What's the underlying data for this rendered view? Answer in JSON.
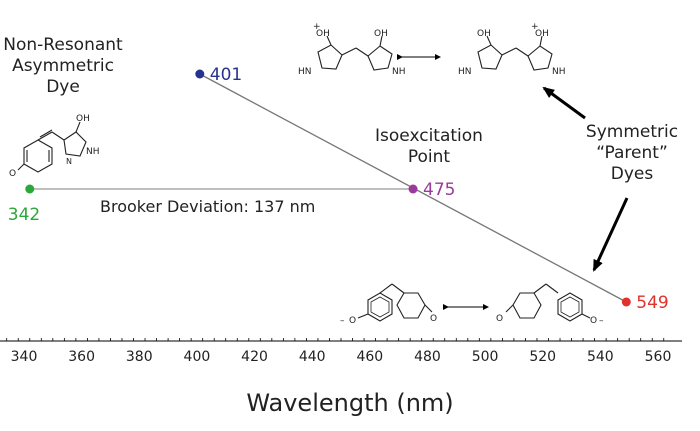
{
  "labels": {
    "asym_dye": [
      "Non-Resonant",
      "Asymmetric",
      "Dye"
    ],
    "iso_point": [
      "Isoexcitation",
      "Point"
    ],
    "sym_dyes": [
      "Symmetric",
      "“Parent”",
      "Dyes"
    ],
    "brooker": "Brooker Deviation: 137 nm",
    "axis_title": "Wavelength (nm)"
  },
  "points": [
    {
      "id": "asym",
      "label": "342",
      "wavelength": 342,
      "level": "lower",
      "color": "#2aa83a"
    },
    {
      "id": "sym_hbdi",
      "label": "401",
      "wavelength": 401,
      "level": "upper",
      "color": "#27328f"
    },
    {
      "id": "iso",
      "label": "475",
      "wavelength": 475,
      "level": "middle",
      "color": "#9b3a9c"
    },
    {
      "id": "sym_phenol",
      "label": "549",
      "wavelength": 549,
      "level": "lowest",
      "color": "#e0312b"
    }
  ],
  "axis": {
    "min": 340,
    "max": 560,
    "ticks": [
      "340",
      "360",
      "380",
      "400",
      "420",
      "440",
      "460",
      "480",
      "500",
      "520",
      "540",
      "560"
    ]
  },
  "chem": {
    "oh": "OH",
    "hn": "HN",
    "nh": "NH",
    "plus": "+",
    "minus": "–",
    "o": "O"
  },
  "colors": {
    "line": "#777777",
    "arrow": "#000000",
    "text": "#222222"
  }
}
